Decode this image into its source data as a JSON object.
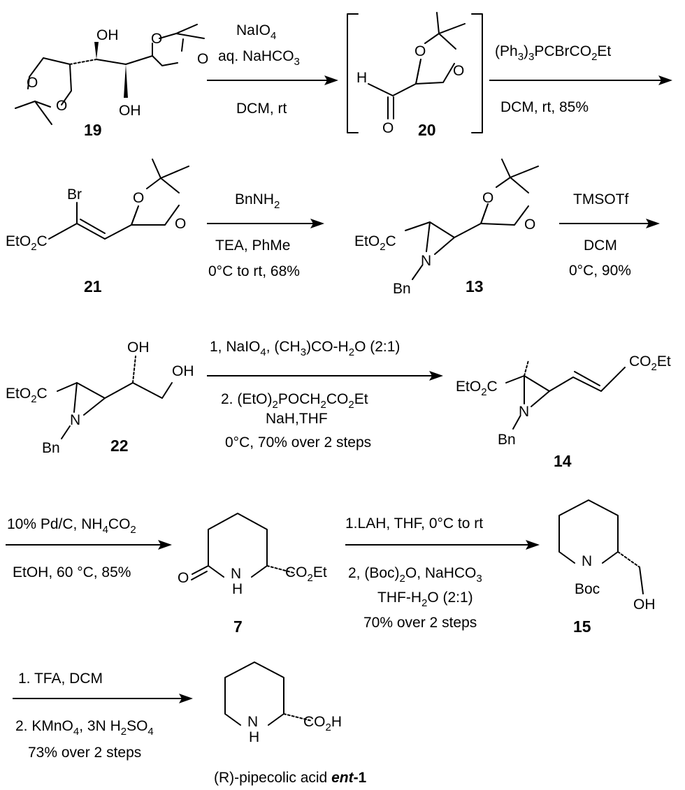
{
  "compounds": {
    "c19": "19",
    "c20": "20",
    "c21": "21",
    "c13": "13",
    "c22": "22",
    "c14": "14",
    "c7": "7",
    "c15": "15",
    "ent1_prefix": "(R)-pipecolic acid ",
    "ent1_italic": "ent",
    "ent1_suffix": "-1"
  },
  "atoms": {
    "O": "O",
    "OH": "OH",
    "H": "H",
    "Br": "Br",
    "N": "N",
    "Bn": "Bn",
    "Boc": "Boc",
    "EtO": "EtO",
    "C": "C",
    "CO": "CO",
    "Et": "Et",
    "two": "2"
  },
  "steps": {
    "s1": {
      "l1a": "NaIO",
      "l1b": "4",
      "l2a": "aq. NaHCO",
      "l2b": "3",
      "l3": "DCM, rt"
    },
    "s2": {
      "l1a": "(Ph",
      "l1b": "3",
      "l1c": ")",
      "l1d": "3",
      "l1e": "PCBrCO",
      "l1f": "2",
      "l1g": "Et",
      "l2": "DCM, rt, 85%"
    },
    "s3": {
      "l1a": "BnNH",
      "l1b": "2",
      "l2": "TEA, PhMe",
      "l3": "0°C to rt, 68%"
    },
    "s4": {
      "l1": "TMSOTf",
      "l2": "DCM",
      "l3": "0°C, 90%"
    },
    "s5": {
      "l1a": "1, NaIO",
      "l1b": "4",
      "l1c": ", (CH",
      "l1d": "3",
      "l1e": ")CO-H",
      "l1f": "2",
      "l1g": "O (2:1)",
      "l2a": "2. (EtO)",
      "l2b": "2",
      "l2c": "POCH",
      "l2d": "2",
      "l2e": "CO",
      "l2f": "2",
      "l2g": "Et",
      "l3": "NaH,THF",
      "l4": "0°C, 70% over 2 steps"
    },
    "s6": {
      "l1a": "10% Pd/C, NH",
      "l1b": "4",
      "l1c": "CO",
      "l1d": "2",
      "l2": "EtOH, 60 °C, 85%"
    },
    "s7": {
      "l1": "1.LAH, THF, 0°C to rt",
      "l2a": "2, (Boc)",
      "l2b": "2",
      "l2c": "O, NaHCO",
      "l2d": "3",
      "l3a": "THF-H",
      "l3b": "2",
      "l3c": "O (2:1)",
      "l4": "70% over 2 steps"
    },
    "s8": {
      "l1": "1. TFA, DCM",
      "l2a": "2. KMnO",
      "l2b": "4",
      "l2c": ", 3N H",
      "l2d": "2",
      "l2e": "SO",
      "l2f": "4",
      "l3": "73% over 2 steps"
    }
  }
}
